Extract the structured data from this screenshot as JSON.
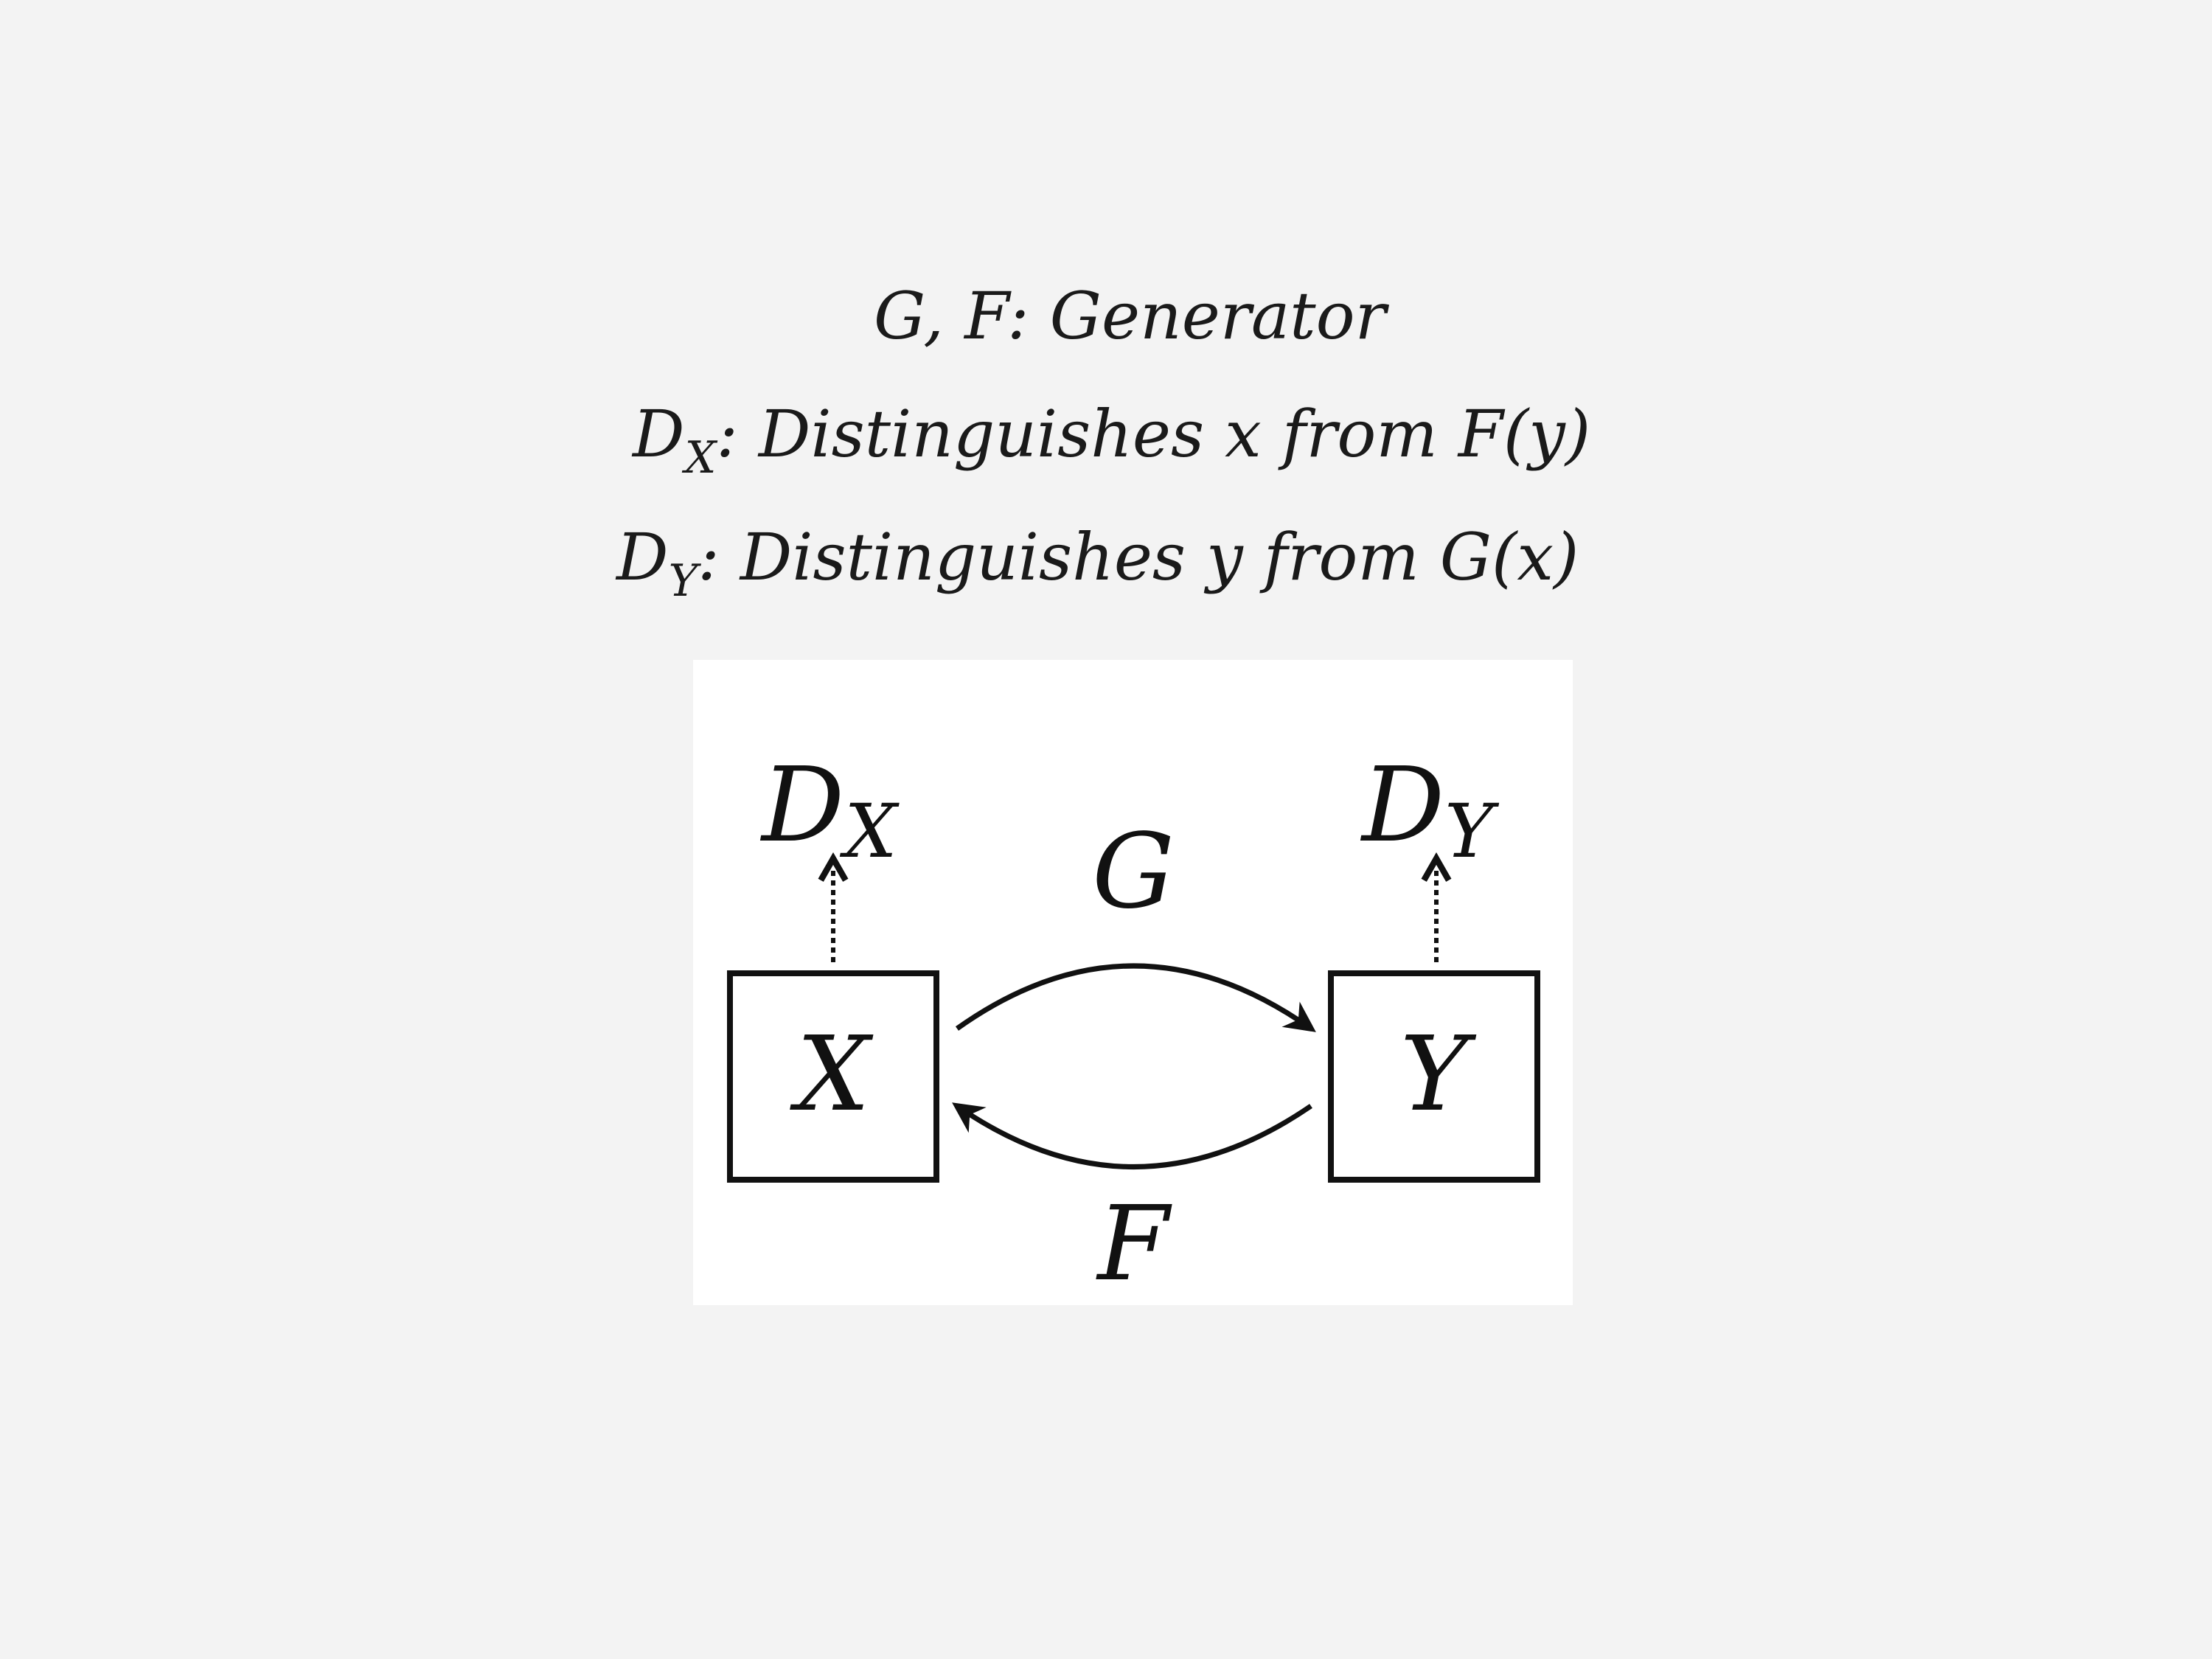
{
  "legend": {
    "line1": "G, F: Generator",
    "line2_main": "D",
    "line2_sub": "X",
    "line2_rest": ": Distinguishes x from F(y)",
    "line3_main": "D",
    "line3_sub": "Y",
    "line3_rest": ": Distinguishes y from G(x)"
  },
  "diagram": {
    "node_x": "X",
    "node_y": "Y",
    "disc_x_main": "D",
    "disc_x_sub": "X",
    "disc_y_main": "D",
    "disc_y_sub": "Y",
    "edge_g": "G",
    "edge_f": "F"
  }
}
